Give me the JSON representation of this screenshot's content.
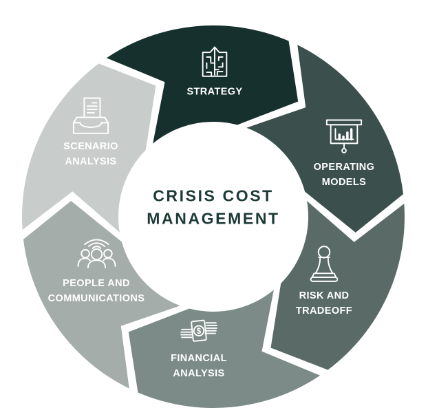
{
  "center": {
    "title": "CRISIS COST MANAGEMENT",
    "text_color": "#1c3a36"
  },
  "label_color": "#ffffff",
  "background_color": "#ffffff",
  "segments": [
    {
      "id": "strategy",
      "label": "STRATEGY",
      "color": "#16302d",
      "icon": "maze-arrow-icon"
    },
    {
      "id": "operating-models",
      "label": "OPERATING MODELS",
      "color": "#3b504c",
      "icon": "presentation-chart-icon"
    },
    {
      "id": "risk-and-tradeoff",
      "label": "RISK AND TRADEOFF",
      "color": "#5a6b67",
      "icon": "chess-pawn-icon"
    },
    {
      "id": "financial-analysis",
      "label": "FINANCIAL ANALYSIS",
      "color": "#7c8b87",
      "icon": "money-stack-icon"
    },
    {
      "id": "people-and-communications",
      "label": "PEOPLE AND COMMUNICATIONS",
      "color": "#a4adaa",
      "icon": "people-broadcast-icon"
    },
    {
      "id": "scenario-analysis",
      "label": "SCENARIO ANALYSIS",
      "color": "#c8cdcb",
      "icon": "document-inbox-icon"
    }
  ]
}
